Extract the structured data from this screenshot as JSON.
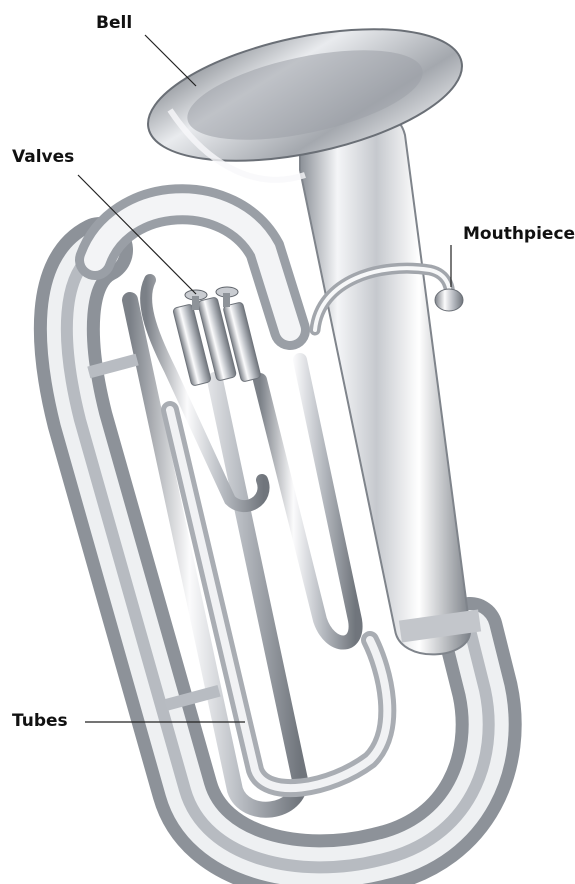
{
  "diagram": {
    "labels": {
      "bell": "Bell",
      "valves": "Valves",
      "mouthpiece": "Mouthpiece",
      "tubes": "Tubes"
    },
    "colors": {
      "background": "#ffffff",
      "text": "#111111",
      "leader": "#222222",
      "metal_light": "#f5f6f8",
      "metal_mid": "#c9ccd1",
      "metal_dark": "#6f747b"
    }
  }
}
